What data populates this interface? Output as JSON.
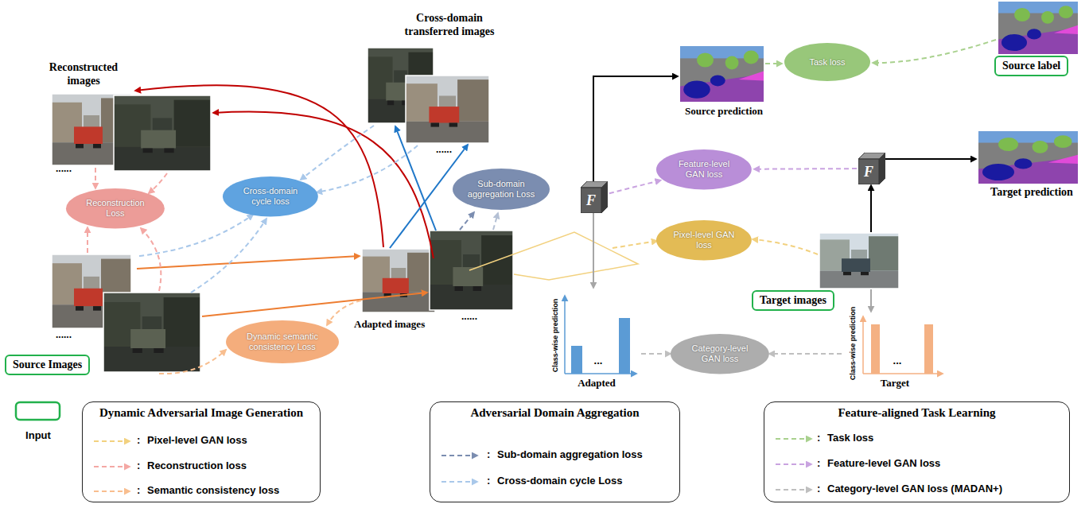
{
  "diagram": {
    "nodes": [
      {
        "text": [
          "Reconstruction Loss"
        ]
      },
      {
        "text": [
          "Cross-domain cycle loss"
        ]
      },
      {
        "text": [
          "Sub-domain aggregation Loss"
        ]
      },
      {
        "text": [
          "Dynamic semantic consistency Loss"
        ]
      },
      {
        "text": [
          "Source Images"
        ]
      },
      {
        "text": [
          "Task loss"
        ]
      },
      {
        "text": [
          "Source label"
        ]
      },
      {
        "text": [
          "Feature-level GAN loss"
        ]
      },
      {
        "text": [
          "F"
        ]
      },
      {
        "text": [
          "F"
        ]
      },
      {
        "text": [
          "Pixel-level GAN loss"
        ]
      },
      {
        "text": [
          "Target images"
        ]
      },
      {
        "text": [
          "Category-level GAN loss"
        ]
      },
      {
        "text": [
          "Dynamic Adversarial Image Generation"
        ]
      },
      {
        "text": [
          "Adversarial Domain Aggregation"
        ]
      },
      {
        "text": [
          "Feature-aligned Task Learning"
        ]
      }
    ],
    "edges": [
      {
        "from": 8,
        "to": 7,
        "arrow": "to"
      },
      {
        "from": 9,
        "to": 7,
        "arrow": "to"
      }
    ],
    "labels": [
      "Reconstructed images",
      "Cross-domain transferred images",
      "......",
      "......",
      "......",
      "Adapted images",
      "......",
      "Source prediction",
      "Target prediction",
      "Class-wise prediction",
      "...",
      "Adapted",
      "Class-wise prediction",
      "...",
      "Target",
      ":",
      ":",
      ":",
      ":",
      ":",
      ":",
      ":",
      ":"
    ],
    "legend": [
      {
        "text": "Pixel-level GAN loss"
      },
      {
        "text": "Reconstruction loss"
      },
      {
        "text": "Semantic consistency loss"
      },
      {
        "text": "Sub-domain aggregation loss"
      },
      {
        "text": "Cross-domain cycle Loss"
      },
      {
        "text": "Task loss"
      },
      {
        "text": "Feature-level GAN loss"
      },
      {
        "text": "Category-level GAN loss (MADAN+)"
      },
      {
        "text": "Input"
      }
    ]
  }
}
